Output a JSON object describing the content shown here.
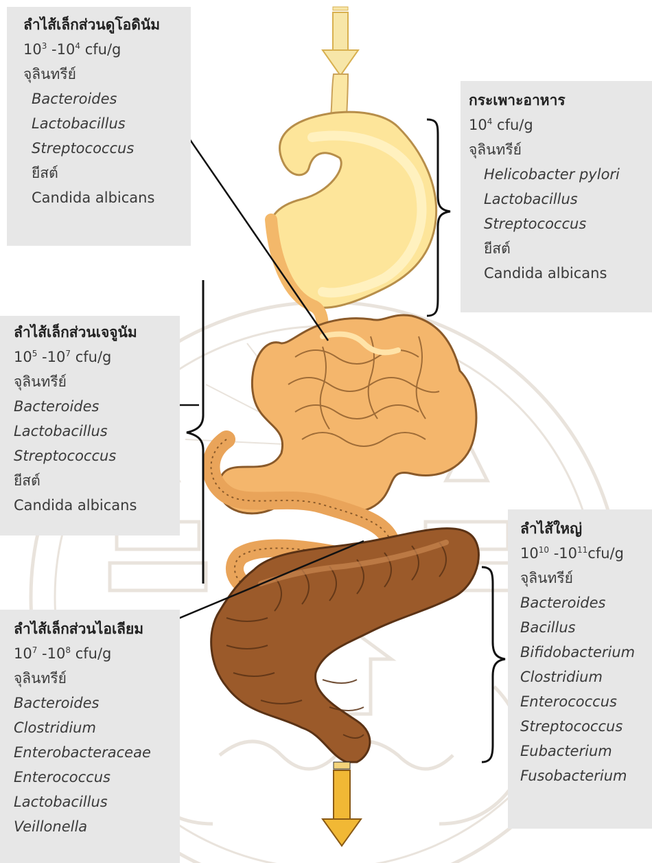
{
  "duodenum": {
    "title": "ลำไส้เล็กส่วนดูโอดินัม",
    "count_base1": "10",
    "count_exp1": "3",
    "count_sep": " -",
    "count_base2": "10",
    "count_exp2": "4",
    "count_unit": " cfu/g",
    "microbes_label": "จุลินทรีย์",
    "organisms": [
      "Bacteroides",
      "Lactobacillus",
      "Streptococcus"
    ],
    "yeast_label": "ยีสต์",
    "yeast": "Candida albicans"
  },
  "stomach": {
    "title": "กระเพาะอาหาร",
    "count_base1": "10",
    "count_exp1": "4",
    "count_unit": " cfu/g",
    "microbes_label": "จุลินทรีย์",
    "organisms": [
      "Helicobacter pylori",
      "Lactobacillus",
      "Streptococcus"
    ],
    "yeast_label": "ยีสต์",
    "yeast": "Candida albicans"
  },
  "jejunum": {
    "title": "ลำไส้เล็กส่วนเจจูนัม",
    "count_base1": "10",
    "count_exp1": "5",
    "count_sep": " -",
    "count_base2": "10",
    "count_exp2": "7",
    "count_unit": " cfu/g",
    "microbes_label": "จุลินทรีย์",
    "organisms": [
      "Bacteroides",
      "Lactobacillus",
      "Streptococcus"
    ],
    "yeast_label": "ยีสต์",
    "yeast": "Candida albicans"
  },
  "large_intestine": {
    "title": "ลำไส้ใหญ่",
    "count_base1": "10",
    "count_exp1": "10",
    "count_sep": " -",
    "count_base2": "10",
    "count_exp2": "11",
    "count_unit": "cfu/g",
    "microbes_label": "จุลินทรีย์",
    "organisms": [
      "Bacteroides",
      "Bacillus",
      "Bifidobacterium",
      "Clostridium",
      "Enterococcus",
      "Streptococcus",
      "Eubacterium",
      "Fusobacterium"
    ]
  },
  "ileum": {
    "title": "ลำไส้เล็กส่วนไอเลียม",
    "count_base1": "10",
    "count_exp1": "7",
    "count_sep": " -",
    "count_base2": "10",
    "count_exp2": "8",
    "count_unit": " cfu/g",
    "microbes_label": "จุลินทรีย์",
    "organisms": [
      "Bacteroides",
      "Clostridium",
      "Enterobacteraceae",
      "Enterococcus",
      "Lactobacillus",
      "Veillonella"
    ]
  }
}
